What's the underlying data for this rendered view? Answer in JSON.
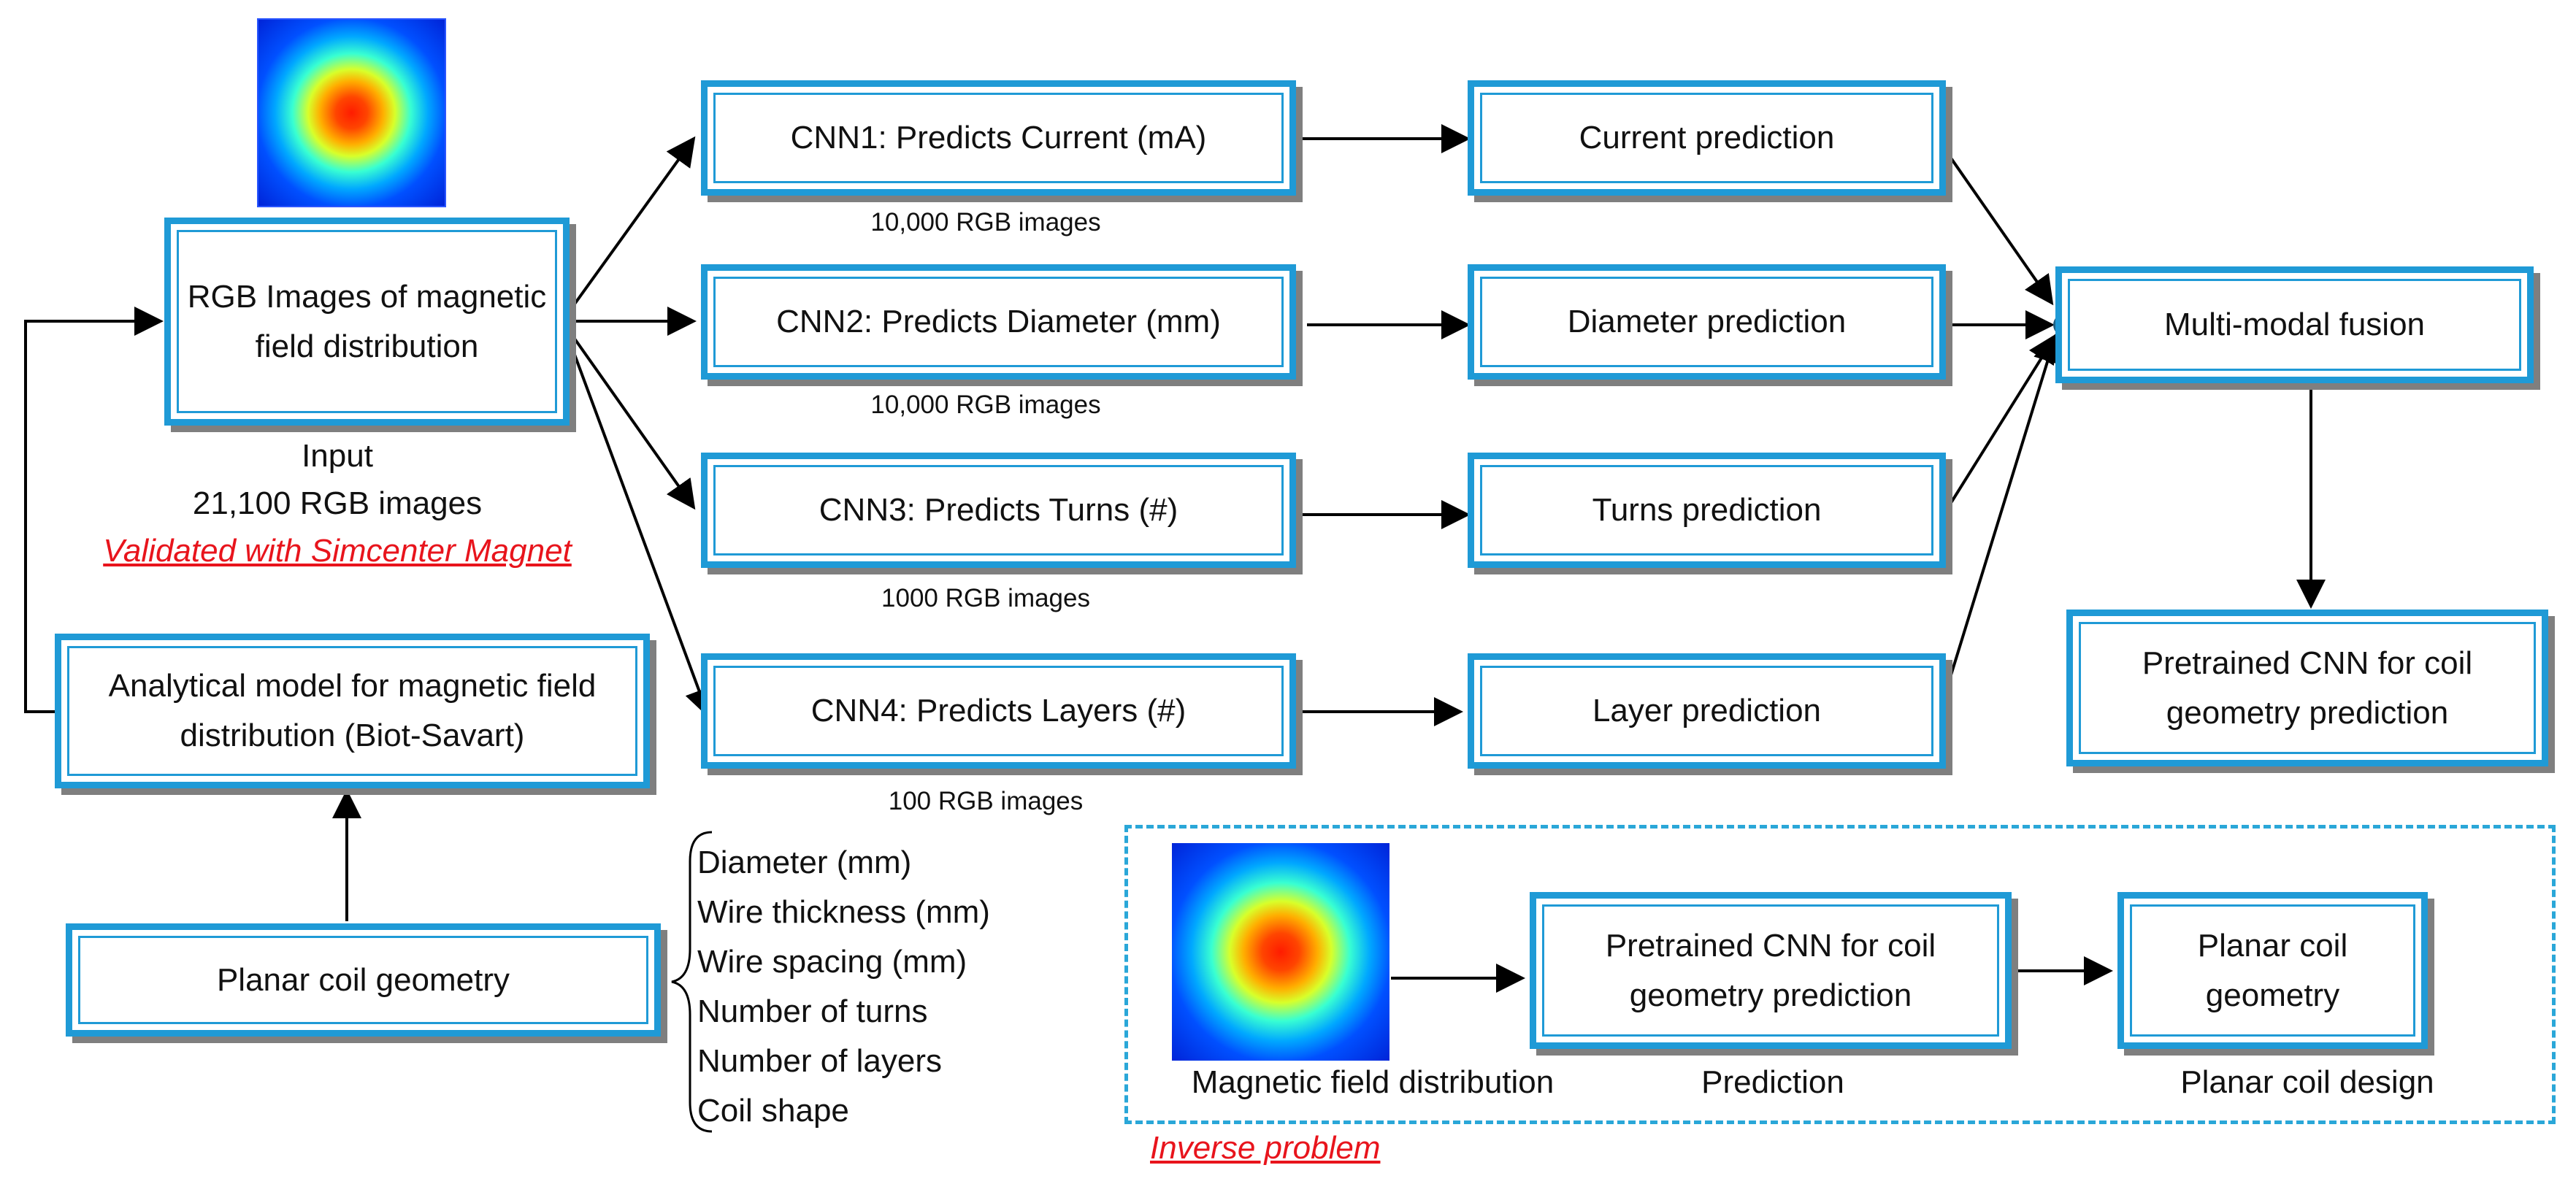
{
  "input_section": {
    "rgb_box": "RGB Images of magnetic field distribution",
    "input_label": "Input",
    "input_count": "21,100 RGB images",
    "validated": "Validated with Simcenter Magnet"
  },
  "analytical_box": "Analytical model for magnetic field distribution (Biot-Savart)",
  "planar_geometry_box": "Planar coil geometry",
  "geometry_params": [
    "Diameter (mm)",
    "Wire thickness (mm)",
    "Wire spacing (mm)",
    "Number of turns",
    "Number of layers",
    "Coil shape"
  ],
  "cnns": [
    {
      "label": "CNN1: Predicts Current (mA)",
      "images": "10,000 RGB images",
      "prediction": "Current prediction"
    },
    {
      "label": "CNN2: Predicts Diameter (mm)",
      "images": "10,000 RGB images",
      "prediction": "Diameter prediction"
    },
    {
      "label": "CNN3: Predicts Turns (#)",
      "images": "1000 RGB images",
      "prediction": "Turns prediction"
    },
    {
      "label": "CNN4: Predicts Layers (#)",
      "images": "100 RGB images",
      "prediction": "Layer prediction"
    }
  ],
  "fusion_box": "Multi-modal fusion",
  "pretrained_box": "Pretrained CNN for coil geometry prediction",
  "inverse": {
    "heatmap_caption": "Magnetic field distribution",
    "pretrained_box": "Pretrained CNN for coil geometry prediction",
    "prediction_caption": "Prediction",
    "planar_box": "Planar coil geometry",
    "design_caption": "Planar coil design",
    "title": "Inverse problem"
  },
  "colors": {
    "box_border": "#1f9ad6",
    "shadow": "#7f7f7f",
    "accent_red": "#e8141c",
    "dashed": "#2aa7d8"
  }
}
